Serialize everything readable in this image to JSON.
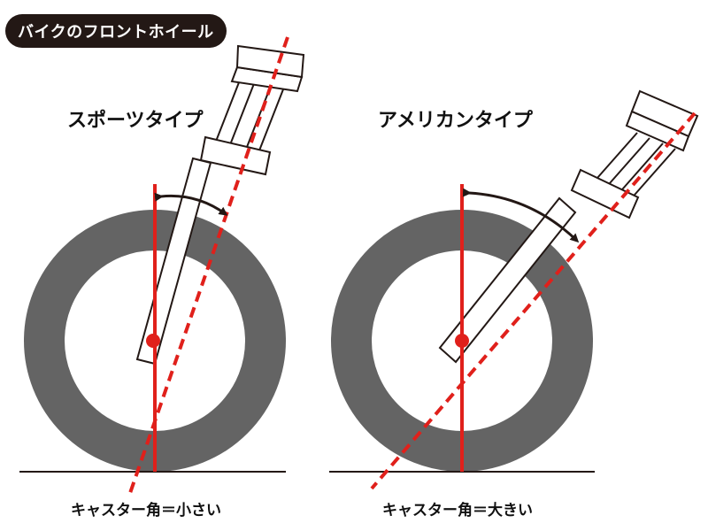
{
  "title": "バイクのフロントホイール",
  "colors": {
    "tire": "#646464",
    "axis_line": "#e0201b",
    "arrow": "#231815",
    "fork_stroke": "#231815",
    "ground": "#231815",
    "badge_bg": "#231815"
  },
  "panels": [
    {
      "type_label": "スポーツタイプ",
      "caption": "キャスター角＝小さい"
    },
    {
      "type_label": "アメリカンタイプ",
      "caption": "キャスター角＝大きい"
    }
  ]
}
